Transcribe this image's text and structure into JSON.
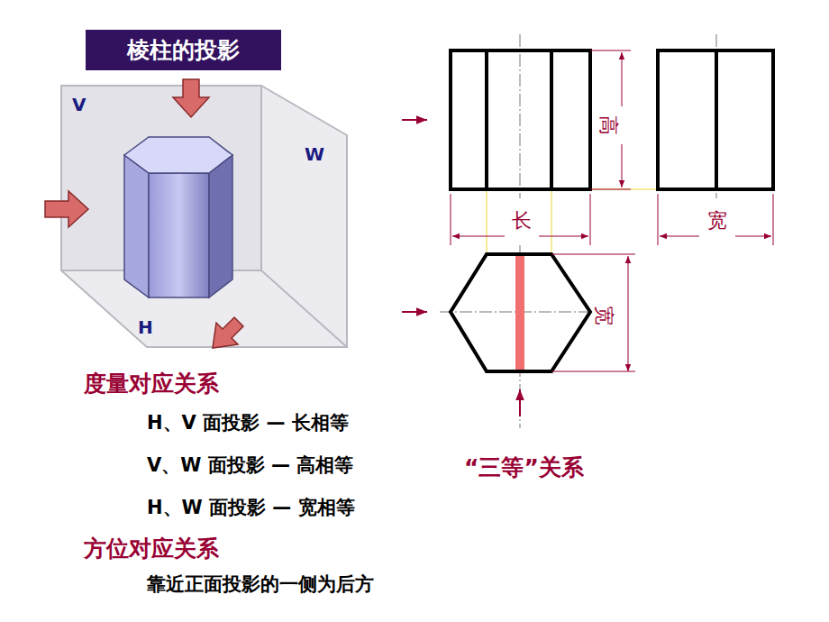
{
  "diagram": {
    "title": "棱柱的投影",
    "labels": [
      "V",
      "W",
      "H",
      "高",
      "长",
      "宽",
      "宽",
      "度量对应关系",
      "H、V 面投影 — 长相等",
      "V、W 面投影 — 高相等",
      "H、W 面投影 — 宽相等",
      "“三等”关系",
      "方位对应关系",
      "靠近正面投影的一侧为后方"
    ]
  }
}
